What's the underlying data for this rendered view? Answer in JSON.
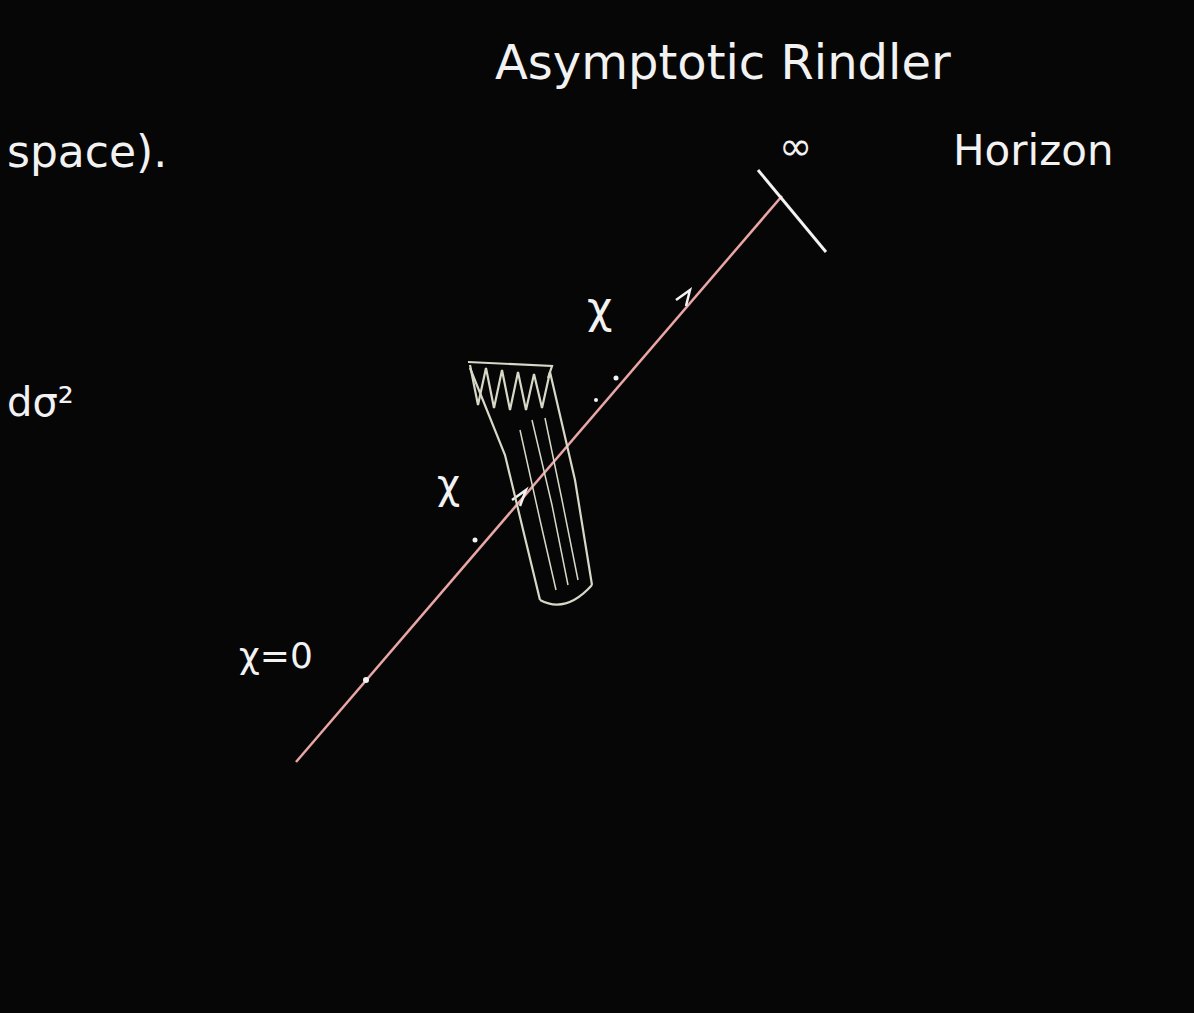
{
  "diagram": {
    "labels": [
      "space).",
      "Asymptotic Rindler",
      "∞",
      "Horizon",
      "dσ²",
      "χ",
      "χ",
      "χ=0"
    ]
  }
}
